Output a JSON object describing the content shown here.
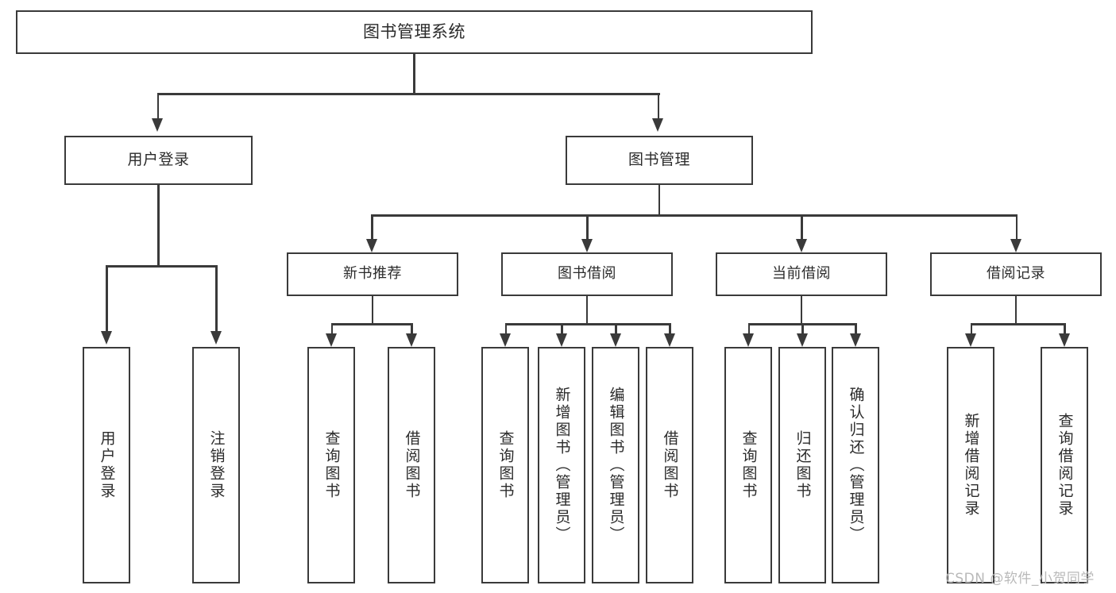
{
  "diagram": {
    "title": "图书管理系统",
    "type": "functional-structure-tree",
    "root": {
      "label": "图书管理系统"
    },
    "level1": [
      {
        "id": "user-login",
        "label": "用户登录"
      },
      {
        "id": "book-manage",
        "label": "图书管理"
      }
    ],
    "level2": [
      {
        "id": "new-book-rec",
        "label": "新书推荐",
        "parent": "book-manage"
      },
      {
        "id": "book-borrow",
        "label": "图书借阅",
        "parent": "book-manage"
      },
      {
        "id": "current-borrow",
        "label": "当前借阅",
        "parent": "book-manage"
      },
      {
        "id": "borrow-record",
        "label": "借阅记录",
        "parent": "book-manage"
      }
    ],
    "leaves": {
      "user_login": [
        {
          "id": "leaf-user-login",
          "label": "用户登录"
        },
        {
          "id": "leaf-logout",
          "label": "注销登录"
        }
      ],
      "new_book_rec": [
        {
          "id": "leaf-query-book-1",
          "label": "查询图书"
        },
        {
          "id": "leaf-borrow-book-1",
          "label": "借阅图书"
        }
      ],
      "book_borrow": [
        {
          "id": "leaf-query-book-2",
          "label": "查询图书"
        },
        {
          "id": "leaf-add-book",
          "label": "新增图书（管理员）"
        },
        {
          "id": "leaf-edit-book",
          "label": "编辑图书（管理员）"
        },
        {
          "id": "leaf-borrow-book-2",
          "label": "借阅图书"
        }
      ],
      "current_borrow": [
        {
          "id": "leaf-query-book-3",
          "label": "查询图书"
        },
        {
          "id": "leaf-return-book",
          "label": "归还图书"
        },
        {
          "id": "leaf-confirm-return",
          "label": "确认归还（管理员）"
        }
      ],
      "borrow_record": [
        {
          "id": "leaf-add-record",
          "label": "新增借阅记录"
        },
        {
          "id": "leaf-query-record",
          "label": "查询借阅记录"
        }
      ]
    }
  },
  "watermark": {
    "text": "CSDN @软件_小贺同学"
  },
  "colors": {
    "stroke": "#3a3a3a",
    "text": "#2b2b2b",
    "background": "#ffffff",
    "watermark": "#b9b9b9"
  }
}
